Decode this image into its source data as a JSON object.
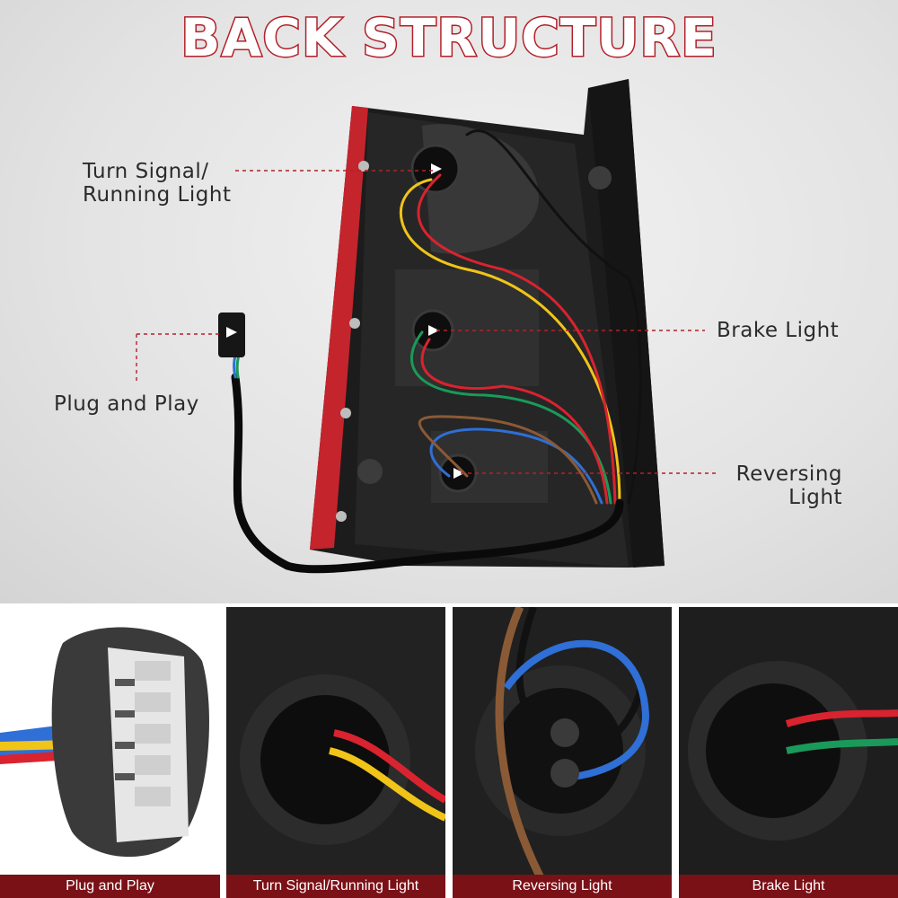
{
  "title": "BACK STRUCTURE",
  "callouts": {
    "turn_signal_line1": "Turn Signal/",
    "turn_signal_line2": "Running Light",
    "brake": "Brake Light",
    "plug": "Plug and Play",
    "reversing_line1": "Reversing",
    "reversing_line2": "Light"
  },
  "panels": [
    {
      "caption": "Plug and Play"
    },
    {
      "caption": "Turn Signal/Running Light"
    },
    {
      "caption": "Reversing Light"
    },
    {
      "caption": "Brake Light"
    }
  ],
  "colors": {
    "accent_red": "#b3202a",
    "caption_bg": "#7a1117",
    "wire_red": "#d9232f",
    "wire_yellow": "#f0c419",
    "wire_green": "#1a9a5a",
    "wire_blue": "#2f6fd6",
    "wire_brown": "#8a5a36",
    "wire_black": "#111111"
  }
}
